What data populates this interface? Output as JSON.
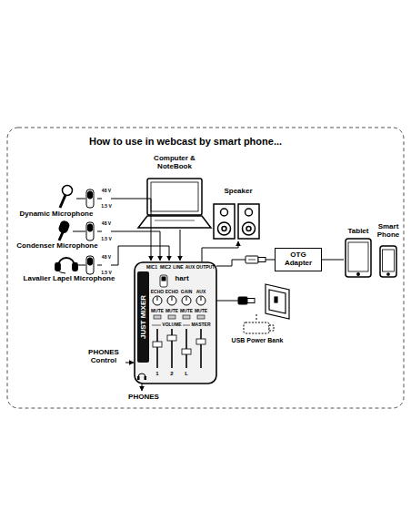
{
  "diagram": {
    "title": "How to use in webcast by smart phone...",
    "nodes": [
      {
        "text": [
          "JUST MIXER"
        ]
      },
      {
        "text": [
          "OTG Adapter"
        ]
      }
    ],
    "edges": [
      {
        "from": 0,
        "to": 1,
        "arrow": "none"
      }
    ],
    "labels": [
      "Computer & NoteBook",
      "Speaker",
      "Dynamic Microphone",
      "Condenser Microphone",
      "Lavalier Lapel Microphone",
      "48 V",
      "1.5 V",
      "48 V",
      "1.5 V",
      "48 V",
      "1.5 V",
      "Tablet",
      "Smart Phone",
      "USB Power Bank",
      "PHONES Control",
      "PHONES",
      "MIC1",
      "MIC2",
      "LINE",
      "AUX OUTPUT",
      "hart",
      "ECHO",
      "ECHO",
      "GAIN",
      "AUX",
      "MUTE",
      "MUTE",
      "MUTE",
      "MUTE",
      "VOLUME",
      "MASTER",
      "1",
      "2",
      "L"
    ]
  }
}
